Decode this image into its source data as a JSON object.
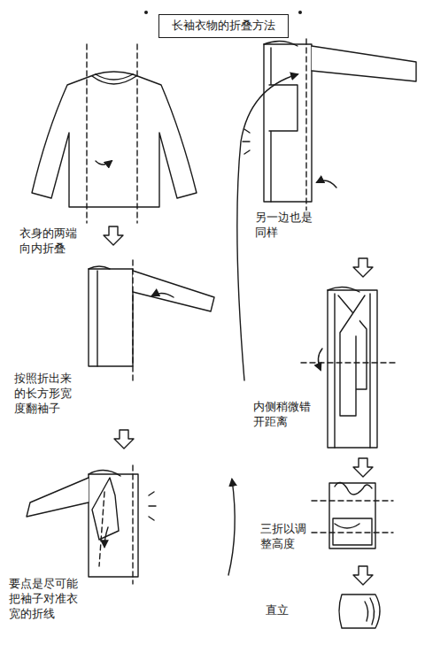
{
  "diagram": {
    "title": "长袖衣物的折叠方法",
    "labels": [
      "衣身的两端 向内折叠",
      "按照折出来 的长方形宽 度翻袖子",
      "要点是尽可能 把袖子对准衣 宽的折线",
      "另一边也是 同样",
      "内侧稍微错 开距离",
      "三折以调 整高度",
      "直立"
    ]
  }
}
